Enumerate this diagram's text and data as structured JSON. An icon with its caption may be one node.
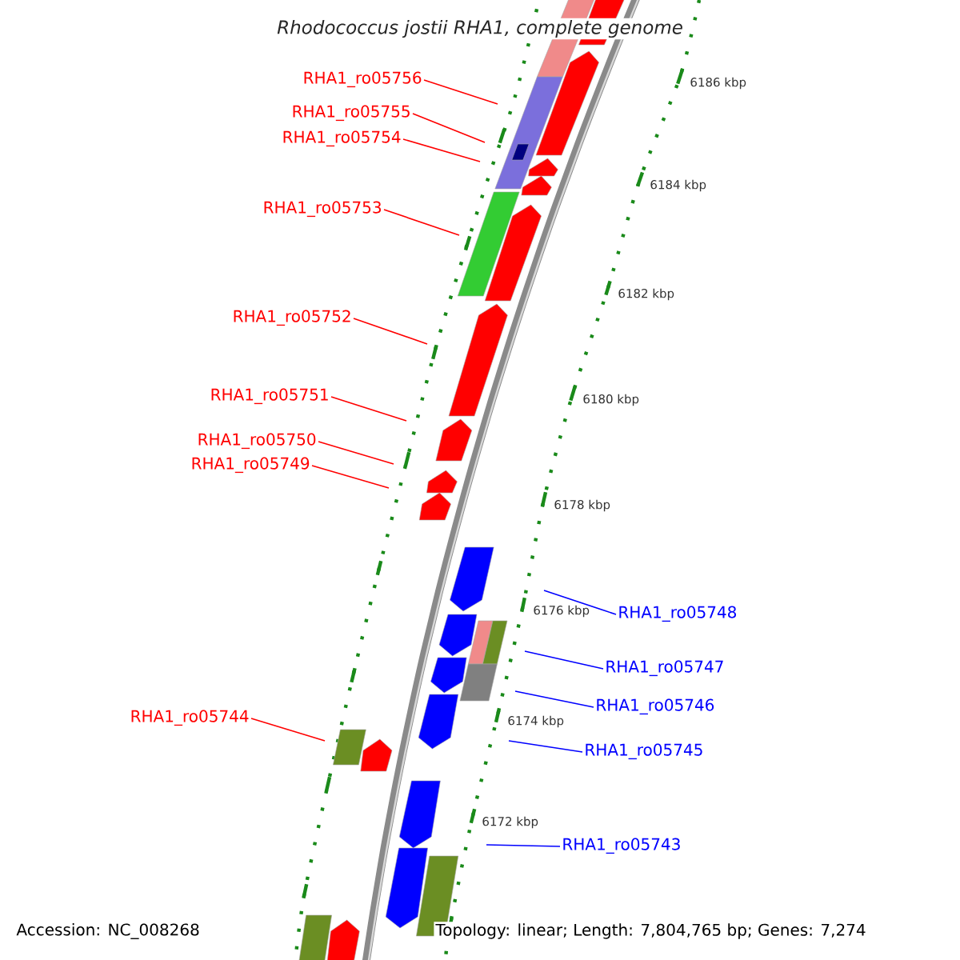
{
  "diagram": {
    "title": "Rhodococcus jostii RHA1, complete genome",
    "nodes": [
      {
        "text": [
          "RHA1_ro05756"
        ]
      },
      {
        "text": [
          "RHA1_ro05755"
        ]
      },
      {
        "text": [
          "RHA1_ro05754"
        ]
      },
      {
        "text": [
          "RHA1_ro05753"
        ]
      },
      {
        "text": [
          "RHA1_ro05752"
        ]
      },
      {
        "text": [
          "RHA1_ro05751"
        ]
      },
      {
        "text": [
          "RHA1_ro05750"
        ]
      },
      {
        "text": [
          "RHA1_ro05749"
        ]
      },
      {
        "text": [
          "RHA1_ro05748"
        ]
      },
      {
        "text": [
          "RHA1_ro05747"
        ]
      },
      {
        "text": [
          "RHA1_ro05746"
        ]
      },
      {
        "text": [
          "RHA1_ro05744"
        ]
      },
      {
        "text": [
          "RHA1_ro05745"
        ]
      },
      {
        "text": [
          "RHA1_ro05743"
        ]
      }
    ],
    "edges": [
      {
        "from": 0,
        "to": null,
        "arrow": "none"
      },
      {
        "from": 1,
        "to": null,
        "arrow": "none"
      },
      {
        "from": 2,
        "to": null,
        "arrow": "none"
      },
      {
        "from": 3,
        "to": null,
        "arrow": "none"
      },
      {
        "from": 4,
        "to": null,
        "arrow": "none"
      },
      {
        "from": 5,
        "to": null,
        "arrow": "none"
      },
      {
        "from": 6,
        "to": null,
        "arrow": "none"
      },
      {
        "from": 7,
        "to": null,
        "arrow": "none"
      },
      {
        "from": 8,
        "to": null,
        "arrow": "none",
        "color": "#0000ff"
      },
      {
        "from": 9,
        "to": null,
        "arrow": "none",
        "color": "#0000ff"
      },
      {
        "from": 10,
        "to": null,
        "arrow": "none",
        "color": "#0000ff"
      },
      {
        "from": 11,
        "to": null,
        "arrow": "none"
      },
      {
        "from": 12,
        "to": null,
        "arrow": "none",
        "color": "#0000ff"
      },
      {
        "from": 13,
        "to": null,
        "arrow": "none",
        "color": "#0000ff"
      }
    ],
    "labels": [
      "6186 kbp",
      "6184 kbp",
      "6182 kbp",
      "6180 kbp",
      "6178 kbp",
      "6176 kbp",
      "6174 kbp",
      "6172 kbp",
      "Accession: NC_008268",
      "Topology: linear; Length: 7,804,765 bp; Genes: 7,274"
    ]
  }
}
